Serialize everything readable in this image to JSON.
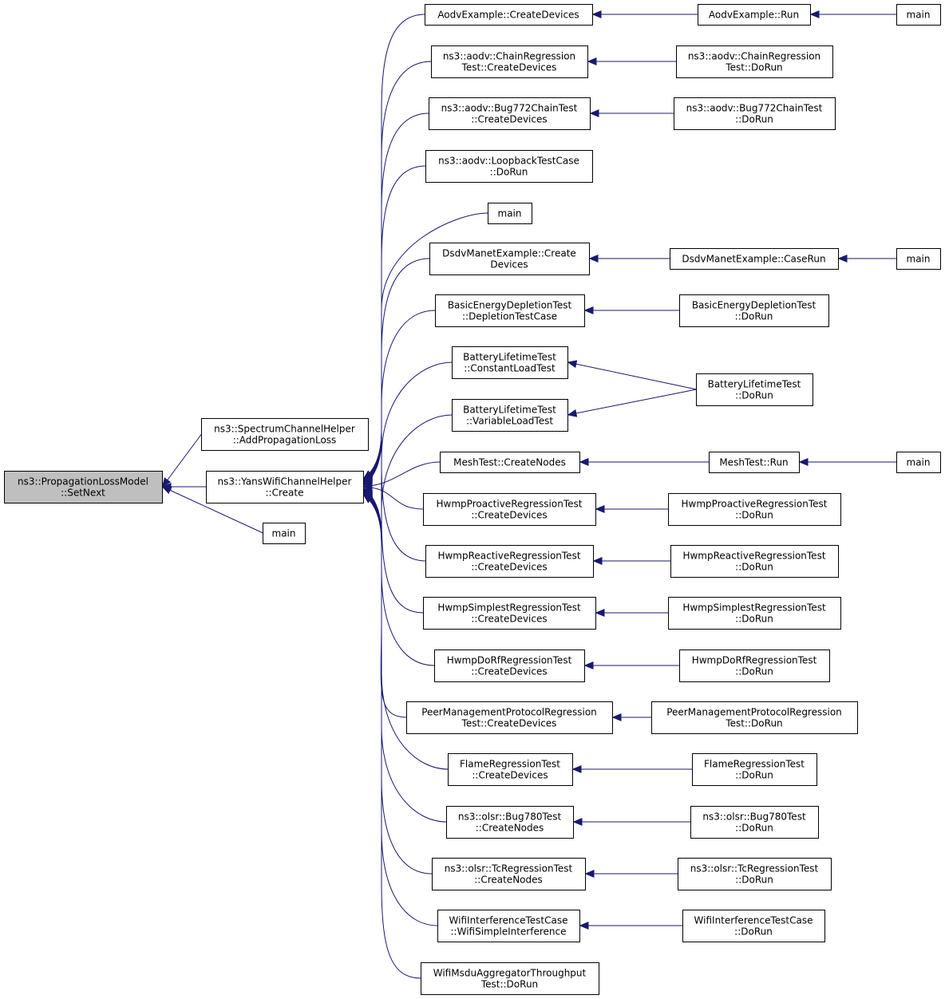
{
  "colors": {
    "edge": "#191970",
    "root_fill": "#bfbfbf",
    "node_fill": "#ffffff",
    "node_border": "#000000"
  },
  "nodes": [
    {
      "id": "root",
      "lines": [
        "ns3::PropagationLossModel",
        "::SetNext"
      ],
      "root": true
    },
    {
      "id": "spectrum",
      "lines": [
        "ns3::SpectrumChannelHelper",
        "::AddPropagationLoss"
      ]
    },
    {
      "id": "yans",
      "lines": [
        "ns3::YansWifiChannelHelper",
        "::Create"
      ]
    },
    {
      "id": "main_a",
      "lines": [
        "main"
      ]
    },
    {
      "id": "aodvex_cd",
      "lines": [
        "AodvExample::CreateDevices"
      ]
    },
    {
      "id": "aodvex_run",
      "lines": [
        "AodvExample::Run"
      ]
    },
    {
      "id": "main_b",
      "lines": [
        "main"
      ]
    },
    {
      "id": "chain_cd",
      "lines": [
        "ns3::aodv::ChainRegression",
        "Test::CreateDevices"
      ]
    },
    {
      "id": "chain_dr",
      "lines": [
        "ns3::aodv::ChainRegression",
        "Test::DoRun"
      ]
    },
    {
      "id": "bug772_cd",
      "lines": [
        "ns3::aodv::Bug772ChainTest",
        "::CreateDevices"
      ]
    },
    {
      "id": "bug772_dr",
      "lines": [
        "ns3::aodv::Bug772ChainTest",
        "::DoRun"
      ]
    },
    {
      "id": "loopback",
      "lines": [
        "ns3::aodv::LoopbackTestCase",
        "::DoRun"
      ]
    },
    {
      "id": "main_c",
      "lines": [
        "main"
      ]
    },
    {
      "id": "dsdv_cd",
      "lines": [
        "DsdvManetExample::Create",
        "Devices"
      ]
    },
    {
      "id": "dsdv_cr",
      "lines": [
        "DsdvManetExample::CaseRun"
      ]
    },
    {
      "id": "main_d",
      "lines": [
        "main"
      ]
    },
    {
      "id": "bed_cd",
      "lines": [
        "BasicEnergyDepletionTest",
        "::DepletionTestCase"
      ]
    },
    {
      "id": "bed_dr",
      "lines": [
        "BasicEnergyDepletionTest",
        "::DoRun"
      ]
    },
    {
      "id": "blt_cl",
      "lines": [
        "BatteryLifetimeTest",
        "::ConstantLoadTest"
      ]
    },
    {
      "id": "blt_vl",
      "lines": [
        "BatteryLifetimeTest",
        "::VariableLoadTest"
      ]
    },
    {
      "id": "blt_dr",
      "lines": [
        "BatteryLifetimeTest",
        "::DoRun"
      ]
    },
    {
      "id": "mesh_cn",
      "lines": [
        "MeshTest::CreateNodes"
      ]
    },
    {
      "id": "mesh_run",
      "lines": [
        "MeshTest::Run"
      ]
    },
    {
      "id": "main_e",
      "lines": [
        "main"
      ]
    },
    {
      "id": "hpro_cd",
      "lines": [
        "HwmpProactiveRegressionTest",
        "::CreateDevices"
      ]
    },
    {
      "id": "hpro_dr",
      "lines": [
        "HwmpProactiveRegressionTest",
        "::DoRun"
      ]
    },
    {
      "id": "hrea_cd",
      "lines": [
        "HwmpReactiveRegressionTest",
        "::CreateDevices"
      ]
    },
    {
      "id": "hrea_dr",
      "lines": [
        "HwmpReactiveRegressionTest",
        "::DoRun"
      ]
    },
    {
      "id": "hsim_cd",
      "lines": [
        "HwmpSimplestRegressionTest",
        "::CreateDevices"
      ]
    },
    {
      "id": "hsim_dr",
      "lines": [
        "HwmpSimplestRegressionTest",
        "::DoRun"
      ]
    },
    {
      "id": "hdo_cd",
      "lines": [
        "HwmpDoRfRegressionTest",
        "::CreateDevices"
      ]
    },
    {
      "id": "hdo_dr",
      "lines": [
        "HwmpDoRfRegressionTest",
        "::DoRun"
      ]
    },
    {
      "id": "peer_cd",
      "lines": [
        "PeerManagementProtocolRegression",
        "Test::CreateDevices"
      ]
    },
    {
      "id": "peer_dr",
      "lines": [
        "PeerManagementProtocolRegression",
        "Test::DoRun"
      ]
    },
    {
      "id": "flame_cd",
      "lines": [
        "FlameRegressionTest",
        "::CreateDevices"
      ]
    },
    {
      "id": "flame_dr",
      "lines": [
        "FlameRegressionTest",
        "::DoRun"
      ]
    },
    {
      "id": "olsr780_cn",
      "lines": [
        "ns3::olsr::Bug780Test",
        "::CreateNodes"
      ]
    },
    {
      "id": "olsr780_dr",
      "lines": [
        "ns3::olsr::Bug780Test",
        "::DoRun"
      ]
    },
    {
      "id": "olsrtc_cn",
      "lines": [
        "ns3::olsr::TcRegressionTest",
        "::CreateNodes"
      ]
    },
    {
      "id": "olsrtc_dr",
      "lines": [
        "ns3::olsr::TcRegressionTest",
        "::DoRun"
      ]
    },
    {
      "id": "wifi_si",
      "lines": [
        "WifiInterferenceTestCase",
        "::WifiSimpleInterference"
      ]
    },
    {
      "id": "wifi_dr",
      "lines": [
        "WifiInterferenceTestCase",
        "::DoRun"
      ]
    },
    {
      "id": "msdu_dr",
      "lines": [
        "WifiMsduAggregatorThroughput",
        "Test::DoRun"
      ]
    }
  ],
  "edges": [
    {
      "from": "spectrum",
      "to": "root"
    },
    {
      "from": "yans",
      "to": "root"
    },
    {
      "from": "main_a",
      "to": "root"
    },
    {
      "from": "aodvex_cd",
      "to": "yans"
    },
    {
      "from": "chain_cd",
      "to": "yans"
    },
    {
      "from": "bug772_cd",
      "to": "yans"
    },
    {
      "from": "loopback",
      "to": "yans"
    },
    {
      "from": "main_c",
      "to": "yans"
    },
    {
      "from": "dsdv_cd",
      "to": "yans"
    },
    {
      "from": "bed_cd",
      "to": "yans"
    },
    {
      "from": "blt_cl",
      "to": "yans"
    },
    {
      "from": "blt_vl",
      "to": "yans"
    },
    {
      "from": "mesh_cn",
      "to": "yans"
    },
    {
      "from": "hpro_cd",
      "to": "yans"
    },
    {
      "from": "hrea_cd",
      "to": "yans"
    },
    {
      "from": "hsim_cd",
      "to": "yans"
    },
    {
      "from": "hdo_cd",
      "to": "yans"
    },
    {
      "from": "peer_cd",
      "to": "yans"
    },
    {
      "from": "flame_cd",
      "to": "yans"
    },
    {
      "from": "olsr780_cn",
      "to": "yans"
    },
    {
      "from": "olsrtc_cn",
      "to": "yans"
    },
    {
      "from": "wifi_si",
      "to": "yans"
    },
    {
      "from": "msdu_dr",
      "to": "yans"
    },
    {
      "from": "aodvex_run",
      "to": "aodvex_cd"
    },
    {
      "from": "main_b",
      "to": "aodvex_run"
    },
    {
      "from": "chain_dr",
      "to": "chain_cd"
    },
    {
      "from": "bug772_dr",
      "to": "bug772_cd"
    },
    {
      "from": "dsdv_cr",
      "to": "dsdv_cd"
    },
    {
      "from": "main_d",
      "to": "dsdv_cr"
    },
    {
      "from": "bed_dr",
      "to": "bed_cd"
    },
    {
      "from": "blt_dr",
      "to": "blt_cl"
    },
    {
      "from": "blt_dr",
      "to": "blt_vl"
    },
    {
      "from": "mesh_run",
      "to": "mesh_cn"
    },
    {
      "from": "main_e",
      "to": "mesh_run"
    },
    {
      "from": "hpro_dr",
      "to": "hpro_cd"
    },
    {
      "from": "hrea_dr",
      "to": "hrea_cd"
    },
    {
      "from": "hsim_dr",
      "to": "hsim_cd"
    },
    {
      "from": "hdo_dr",
      "to": "hdo_cd"
    },
    {
      "from": "peer_dr",
      "to": "peer_cd"
    },
    {
      "from": "flame_dr",
      "to": "flame_cd"
    },
    {
      "from": "olsr780_dr",
      "to": "olsr780_cn"
    },
    {
      "from": "olsrtc_dr",
      "to": "olsrtc_cn"
    },
    {
      "from": "wifi_dr",
      "to": "wifi_si"
    }
  ]
}
